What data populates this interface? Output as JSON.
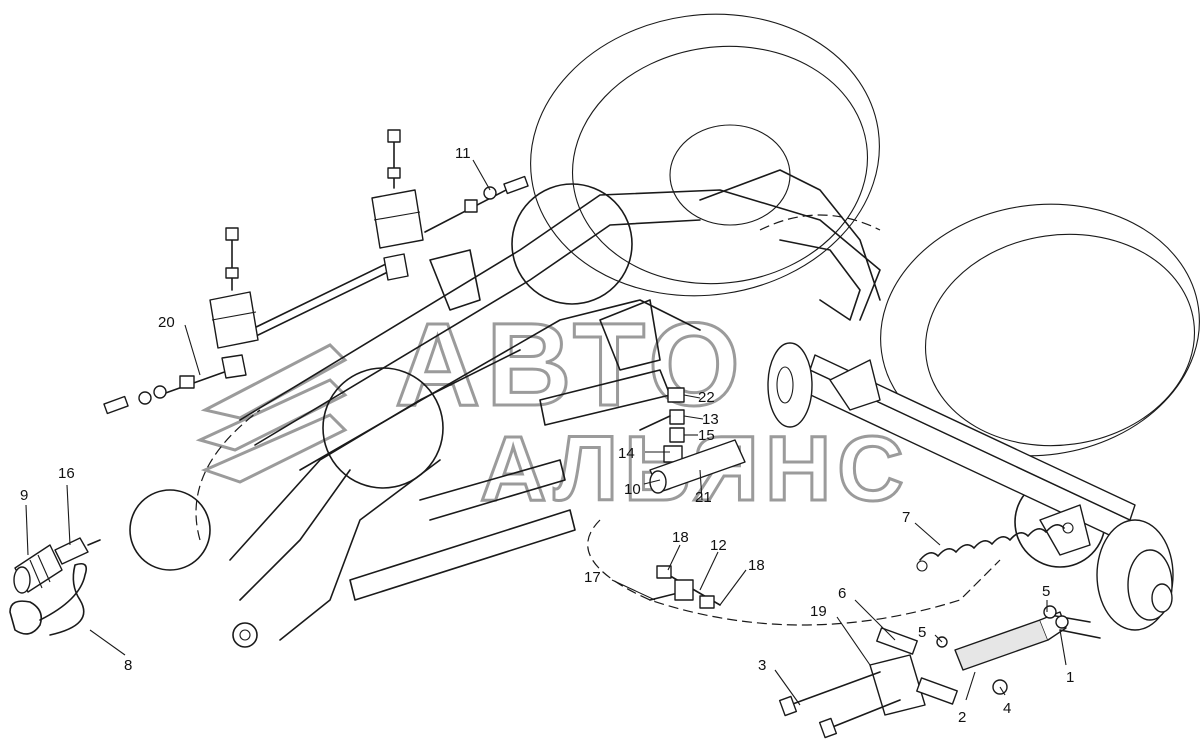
{
  "watermark": {
    "line1": "АВТО",
    "line2": "АЛЬЯНС"
  },
  "callouts": [
    {
      "id": "c1",
      "label": "1"
    },
    {
      "id": "c2",
      "label": "2"
    },
    {
      "id": "c3",
      "label": "3"
    },
    {
      "id": "c4",
      "label": "4"
    },
    {
      "id": "c5a",
      "label": "5"
    },
    {
      "id": "c5b",
      "label": "5"
    },
    {
      "id": "c6",
      "label": "6"
    },
    {
      "id": "c7",
      "label": "7"
    },
    {
      "id": "c8",
      "label": "8"
    },
    {
      "id": "c9",
      "label": "9"
    },
    {
      "id": "c10",
      "label": "10"
    },
    {
      "id": "c11",
      "label": "11"
    },
    {
      "id": "c12",
      "label": "12"
    },
    {
      "id": "c13",
      "label": "13"
    },
    {
      "id": "c14",
      "label": "14"
    },
    {
      "id": "c15",
      "label": "15"
    },
    {
      "id": "c16",
      "label": "16"
    },
    {
      "id": "c17",
      "label": "17"
    },
    {
      "id": "c18a",
      "label": "18"
    },
    {
      "id": "c18b",
      "label": "18"
    },
    {
      "id": "c19",
      "label": "19"
    },
    {
      "id": "c20",
      "label": "20"
    },
    {
      "id": "c21",
      "label": "21"
    },
    {
      "id": "c22",
      "label": "22"
    }
  ]
}
